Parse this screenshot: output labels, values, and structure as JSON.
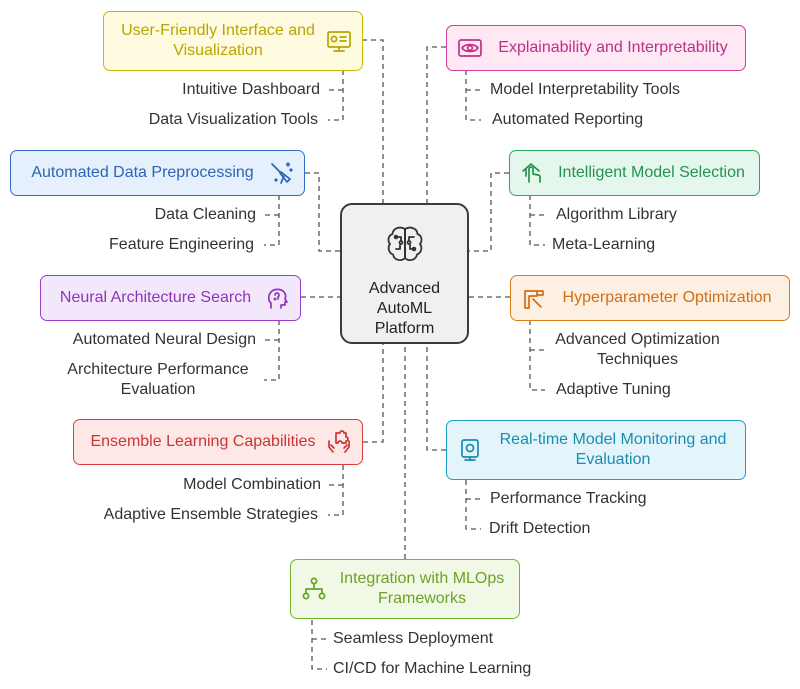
{
  "center": {
    "title_lines": [
      "Advanced",
      "AutoML",
      "Platform"
    ],
    "icon": "brain-circuit-icon"
  },
  "nodes": {
    "user_friendly": {
      "title_lines": [
        "User-Friendly Interface and",
        "Visualization"
      ],
      "icon": "dashboard-monitor-icon",
      "items": [
        "Intuitive Dashboard",
        "Data Visualization Tools"
      ],
      "color": "#c9b800",
      "fill": "#fffbe0"
    },
    "explainability": {
      "title_lines": [
        "Explainability and Interpretability"
      ],
      "icon": "eye-icon",
      "items": [
        "Model Interpretability Tools",
        "Automated Reporting"
      ],
      "color": "#cf3f9a",
      "fill": "#fde8f4"
    },
    "data_preprocessing": {
      "title_lines": [
        "Automated Data Preprocessing"
      ],
      "icon": "magic-broom-icon",
      "items": [
        "Data Cleaning",
        "Feature Engineering"
      ],
      "color": "#2f6fc9",
      "fill": "#e6f0fc"
    },
    "model_selection": {
      "title_lines": [
        "Intelligent Model Selection"
      ],
      "icon": "hand-pointer-icon",
      "items": [
        "Algorithm Library",
        "Meta-Learning"
      ],
      "color": "#2aa95a",
      "fill": "#e5f7ec"
    },
    "neural_search": {
      "title_lines": [
        "Neural Architecture Search"
      ],
      "icon": "brain-head-icon",
      "items": [
        "Automated Neural Design",
        "Architecture Performance",
        "Evaluation"
      ],
      "color": "#9a3fc4",
      "fill": "#f3e8fb"
    },
    "hyperparameter": {
      "title_lines": [
        "Hyperparameter Optimization"
      ],
      "icon": "pipe-wrench-icon",
      "items": [
        "Advanced Optimization",
        "Techniques",
        "Adaptive Tuning"
      ],
      "color": "#e07b1e",
      "fill": "#fdefe2"
    },
    "ensemble": {
      "title_lines": [
        "Ensemble Learning Capabilities"
      ],
      "icon": "puzzle-hands-icon",
      "items": [
        "Model Combination",
        "Adaptive Ensemble Strategies"
      ],
      "color": "#d8403f",
      "fill": "#fde8e7"
    },
    "monitoring": {
      "title_lines": [
        "Real-time Model Monitoring and",
        "Evaluation"
      ],
      "icon": "monitor-camera-icon",
      "items": [
        "Performance Tracking",
        "Drift Detection"
      ],
      "color": "#1e9fc4",
      "fill": "#e3f5fb"
    },
    "mlops": {
      "title_lines": [
        "Integration with MLOps",
        "Frameworks"
      ],
      "icon": "network-nodes-icon",
      "items": [
        "Seamless Deployment",
        "CI/CD for Machine Learning"
      ],
      "color": "#79b62e",
      "fill": "#f1f8e6"
    }
  },
  "colors": {
    "connector": "#555555",
    "center_border": "#3b3b3b",
    "center_fill": "#f0f0f0"
  }
}
